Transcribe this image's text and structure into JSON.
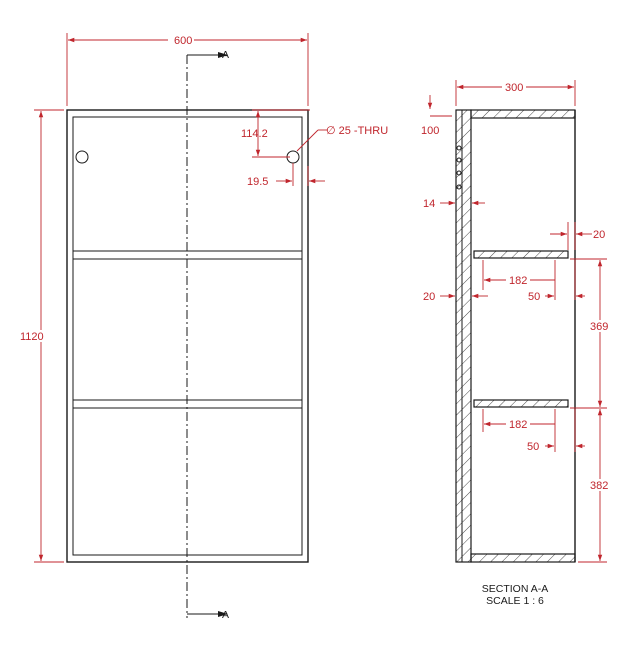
{
  "front_view": {
    "width_dim": "600",
    "height_dim": "1120",
    "hole_offset_dim": "114.2",
    "hole_spec": "∅ 25 -THRU",
    "hole_edge_dim": "19.5",
    "section_marker": "A"
  },
  "section_view": {
    "depth_dim": "300",
    "hole_spacing_dim": "100",
    "back_panel_dim": "14",
    "shelf_thickness_dim": "20",
    "side_panel_dim": "20",
    "shelf1_length_dim": "182",
    "shelf1_setback_dim": "50",
    "shelf2_length_dim": "182",
    "shelf2_setback_dim": "50",
    "upper_gap_dim": "369",
    "lower_gap_dim": "382",
    "title": "SECTION A-A",
    "scale": "SCALE 1 : 6"
  },
  "colors": {
    "outline": "#1a1a1a",
    "dimension": "#c0262d"
  }
}
